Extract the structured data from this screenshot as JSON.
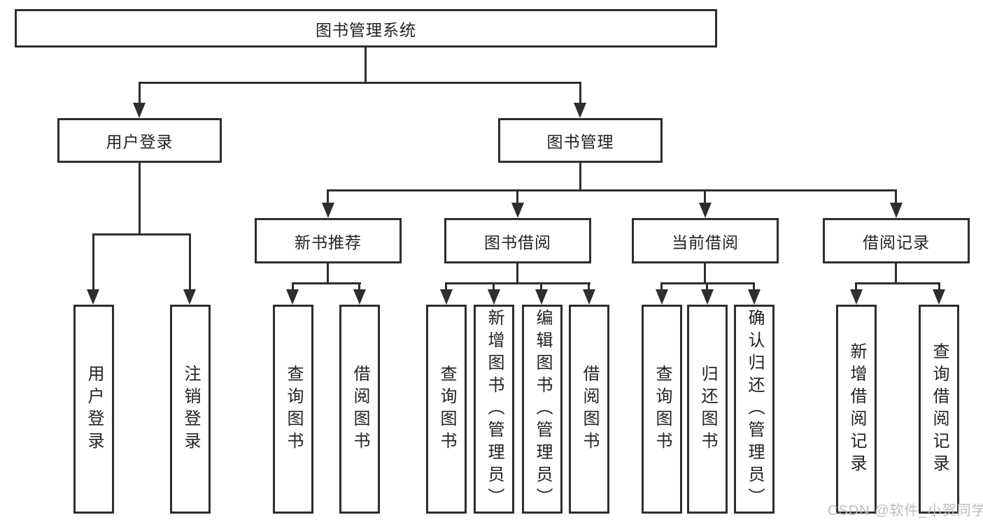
{
  "tree": {
    "label": "图书管理系统",
    "children": [
      {
        "label": "用户登录",
        "children": [
          {
            "label": "用户登录"
          },
          {
            "label": "注销登录"
          }
        ]
      },
      {
        "label": "图书管理",
        "children": [
          {
            "label": "新书推荐",
            "children": [
              {
                "label": "查询图书"
              },
              {
                "label": "借阅图书"
              }
            ]
          },
          {
            "label": "图书借阅",
            "children": [
              {
                "label": "查询图书"
              },
              {
                "label": "新增图书（管理员）"
              },
              {
                "label": "编辑图书（管理员）"
              },
              {
                "label": "借阅图书"
              }
            ]
          },
          {
            "label": "当前借阅",
            "children": [
              {
                "label": "查询图书"
              },
              {
                "label": "归还图书"
              },
              {
                "label": "确认归还（管理员）"
              }
            ]
          },
          {
            "label": "借阅记录",
            "children": [
              {
                "label": "新增借阅记录"
              },
              {
                "label": "查询借阅记录"
              }
            ]
          }
        ]
      }
    ]
  },
  "watermark": {
    "text": "CSDN @软件_小贺同学"
  },
  "colors": {
    "line": "#2e2e2e",
    "text": "#222222",
    "watermark": "#bdbdbd",
    "background": "#ffffff"
  }
}
